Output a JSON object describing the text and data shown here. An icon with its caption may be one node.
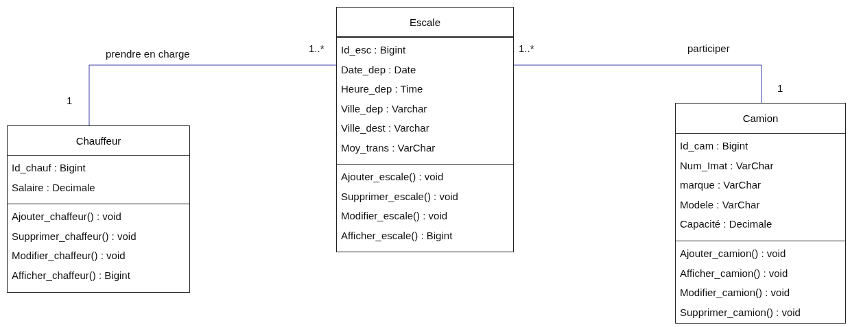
{
  "diagram": {
    "nodes": [
      {
        "text": [
          "Chauffeur"
        ]
      },
      {
        "text": [
          "Id_chauf : Bigint",
          "Salaire : Decimale"
        ],
        "in": 0
      },
      {
        "text": [
          "Ajouter_chaffeur() : void",
          "Supprimer_chaffeur() : void",
          "Modifier_chaffeur() : void",
          "Afficher_chaffeur() : Bigint"
        ],
        "in": 0
      },
      {
        "text": [
          "Escale"
        ]
      },
      {
        "text": [
          "Id_esc : Bigint",
          "Date_dep : Date",
          "Heure_dep : Time",
          "Ville_dep : Varchar",
          "Ville_dest : Varchar",
          "Moy_trans : VarChar"
        ],
        "in": 3
      },
      {
        "text": [
          "Ajouter_escale() : void",
          "Supprimer_escale() : void",
          "Modifier_escale() : void",
          "Afficher_escale() : Bigint"
        ],
        "in": 3
      },
      {
        "text": [
          "Camion"
        ]
      },
      {
        "text": [
          "Id_cam : Bigint",
          "Num_Imat : VarChar",
          "marque : VarChar",
          "Modele : VarChar",
          "Capacité : Decimale"
        ],
        "in": 6
      },
      {
        "text": [
          "Ajouter_camion() : void",
          "Afficher_camion() : void",
          "Modifier_camion() : void",
          "Supprimer_camion() : void"
        ],
        "in": 6
      }
    ],
    "edges": [
      {
        "from": 0,
        "to": 3,
        "arrow": "none",
        "label": "prendre en charge"
      },
      {
        "from": 3,
        "to": 6,
        "arrow": "none",
        "label": "participer"
      }
    ],
    "labels": [
      "1..*",
      "1",
      "1..*",
      "1"
    ]
  }
}
